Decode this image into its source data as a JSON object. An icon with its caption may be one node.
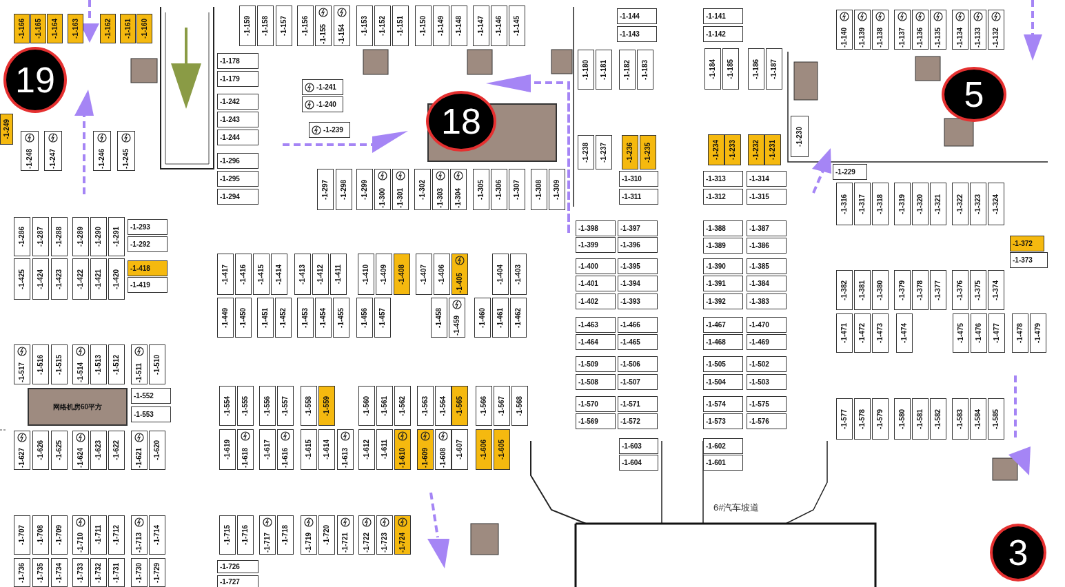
{
  "diagram": {
    "nodes": [
      {
        "text": [
          "19"
        ]
      },
      {
        "text": [
          "18"
        ]
      },
      {
        "text": [
          "5"
        ]
      },
      {
        "text": [
          "3"
        ]
      },
      {
        "text": [
          "网络机房60平方"
        ]
      },
      {
        "text": [],
        "shape": "box"
      }
    ],
    "labels": [
      "-1-166",
      "-1-165",
      "-1-164",
      "-1-163",
      "-1-162",
      "-1-161",
      "-1-160",
      "-1-249",
      "-1-248",
      "-1-247",
      "-1-246",
      "-1-245",
      "-1-159",
      "-1-158",
      "-1-157",
      "-1-156",
      "-1-155",
      "-1-154",
      "-1-153",
      "-1-152",
      "-1-151",
      "-1-150",
      "-1-149",
      "-1-148",
      "-1-147",
      "-1-146",
      "-1-145",
      "-1-178",
      "-1-179",
      "-1-242",
      "-1-243",
      "-1-244",
      "-1-296",
      "-1-295",
      "-1-294",
      "-1-241",
      "-1-240",
      "-1-239",
      "-1-297",
      "-1-298",
      "-1-299",
      "-1-300",
      "-1-301",
      "-1-302",
      "-1-303",
      "-1-304",
      "-1-305",
      "-1-306",
      "-1-307",
      "-1-308",
      "-1-309",
      "-1-144",
      "-1-143",
      "-1-180",
      "-1-181",
      "-1-182",
      "-1-183",
      "-1-238",
      "-1-237",
      "-1-236",
      "-1-235",
      "-1-310",
      "-1-311",
      "-1-398",
      "-1-397",
      "-1-399",
      "-1-396",
      "-1-400",
      "-1-395",
      "-1-401",
      "-1-394",
      "-1-402",
      "-1-393",
      "-1-463",
      "-1-466",
      "-1-464",
      "-1-465",
      "-1-509",
      "-1-506",
      "-1-508",
      "-1-507",
      "-1-570",
      "-1-571",
      "-1-569",
      "-1-572",
      "-1-603",
      "-1-604",
      "-1-141",
      "-1-142",
      "-1-184",
      "-1-185",
      "-1-186",
      "-1-187",
      "-1-234",
      "-1-233",
      "-1-232",
      "-1-231",
      "-1-230",
      "-1-229",
      "-1-313",
      "-1-314",
      "-1-312",
      "-1-315",
      "-1-388",
      "-1-387",
      "-1-389",
      "-1-386",
      "-1-390",
      "-1-385",
      "-1-391",
      "-1-384",
      "-1-392",
      "-1-383",
      "-1-467",
      "-1-470",
      "-1-468",
      "-1-469",
      "-1-505",
      "-1-502",
      "-1-504",
      "-1-503",
      "-1-574",
      "-1-575",
      "-1-573",
      "-1-576",
      "-1-602",
      "-1-601",
      "-1-140",
      "-1-139",
      "-1-138",
      "-1-137",
      "-1-136",
      "-1-135",
      "-1-134",
      "-1-133",
      "-1-132",
      "-1-316",
      "-1-317",
      "-1-318",
      "-1-319",
      "-1-320",
      "-1-321",
      "-1-322",
      "-1-323",
      "-1-324",
      "-1-372",
      "-1-373",
      "-1-382",
      "-1-381",
      "-1-380",
      "-1-379",
      "-1-378",
      "-1-377",
      "-1-376",
      "-1-375",
      "-1-374",
      "-1-471",
      "-1-472",
      "-1-473",
      "-1-474",
      "-1-475",
      "-1-476",
      "-1-477",
      "-1-478",
      "-1-479",
      "-1-577",
      "-1-578",
      "-1-579",
      "-1-580",
      "-1-581",
      "-1-582",
      "-1-583",
      "-1-584",
      "-1-585",
      "-1-286",
      "-1-287",
      "-1-288",
      "-1-289",
      "-1-290",
      "-1-291",
      "-1-293",
      "-1-292",
      "-1-418",
      "-1-419",
      "-1-425",
      "-1-424",
      "-1-423",
      "-1-422",
      "-1-421",
      "-1-420",
      "-1-417",
      "-1-416",
      "-1-415",
      "-1-414",
      "-1-413",
      "-1-412",
      "-1-411",
      "-1-410",
      "-1-409",
      "-1-408",
      "-1-407",
      "-1-406",
      "-1-405",
      "-1-404",
      "-1-403",
      "-1-449",
      "-1-450",
      "-1-451",
      "-1-452",
      "-1-453",
      "-1-454",
      "-1-455",
      "-1-456",
      "-1-457",
      "-1-458",
      "-1-459",
      "-1-460",
      "-1-461",
      "-1-462",
      "-1-517",
      "-1-516",
      "-1-515",
      "-1-514",
      "-1-513",
      "-1-512",
      "-1-511",
      "-1-510",
      "-1-552",
      "-1-553",
      "-1-627",
      "-1-626",
      "-1-625",
      "-1-624",
      "-1-623",
      "-1-622",
      "-1-621",
      "-1-620",
      "-1-554",
      "-1-555",
      "-1-556",
      "-1-557",
      "-1-558",
      "-1-559",
      "-1-560",
      "-1-561",
      "-1-562",
      "-1-563",
      "-1-564",
      "-1-565",
      "-1-566",
      "-1-567",
      "-1-568",
      "-1-619",
      "-1-618",
      "-1-617",
      "-1-616",
      "-1-615",
      "-1-614",
      "-1-613",
      "-1-612",
      "-1-611",
      "-1-610",
      "-1-609",
      "-1-608",
      "-1-607",
      "-1-606",
      "-1-605",
      "-1-707",
      "-1-708",
      "-1-709",
      "-1-710",
      "-1-711",
      "-1-712",
      "-1-713",
      "-1-714",
      "-1-736",
      "-1-735",
      "-1-734",
      "-1-733",
      "-1-732",
      "-1-731",
      "-1-730",
      "-1-729",
      "-1-715",
      "-1-716",
      "-1-717",
      "-1-718",
      "-1-719",
      "-1-720",
      "-1-721",
      "-1-722",
      "-1-723",
      "-1-724",
      "-1-726",
      "-1-727",
      "6#汽车坡道"
    ]
  }
}
